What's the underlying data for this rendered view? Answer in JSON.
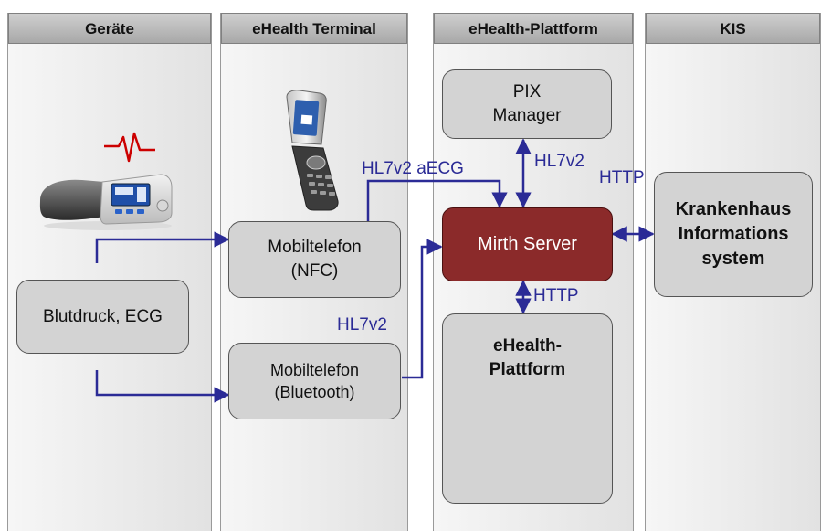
{
  "lanes": {
    "geraete": "Geräte",
    "terminal": "eHealth Terminal",
    "plattform": "eHealth-Plattform",
    "kis": "KIS"
  },
  "nodes": {
    "blutdruck": "Blutdruck, ECG",
    "mobil_nfc": "Mobiltelefon\n(NFC)",
    "mobil_bt": "Mobiltelefon\n(Bluetooth)",
    "pix": "PIX\nManager",
    "mirth": "Mirth Server",
    "ehealth": "eHealth-\nPlattform",
    "krankenhaus": "Krankenhaus\nInformations\nsystem"
  },
  "labels": {
    "hl7_aecg": "HL7v2 aECG",
    "hl7_pix": "HL7v2",
    "http_kis": "HTTP",
    "http_ehealth": "HTTP",
    "hl7_bt": "HL7v2"
  },
  "colors": {
    "connector": "#2b2b96",
    "mirth": "#8b2a2a",
    "ecg_mark": "#cc0000"
  },
  "icons": [
    "ecg-wave-icon",
    "blood-pressure-monitor-icon",
    "flip-phone-icon"
  ]
}
